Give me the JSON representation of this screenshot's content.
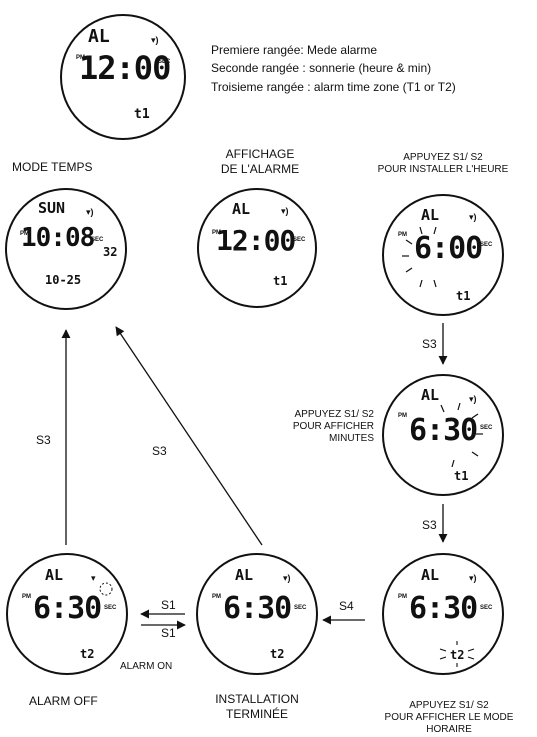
{
  "legend": {
    "line1": "Premiere rangée: Mede alarme",
    "line2": "Seconde rangée : sonnerie (heure & min)",
    "line3": "Troisieme rangée : alarm time zone (T1 or T2)"
  },
  "captions": {
    "mode_temps": "MODE TEMPS",
    "affichage_1": "AFFICHAGE",
    "affichage_2": "DE L'ALARME",
    "set_hour_1": "APPUYEZ S1/ S2",
    "set_hour_2": "POUR INSTALLER L'HEURE",
    "set_min_1": "APPUYEZ S1/ S2",
    "set_min_2": "POUR AFFICHER",
    "set_min_3": "MINUTES",
    "alarm_off": "ALARM OFF",
    "alarm_on": "ALARM ON",
    "install_1": "INSTALLATION",
    "install_2": "TERMINÉE",
    "tz_1": "APPUYEZ S1/ S2",
    "tz_2": "POUR AFFICHER LE MODE",
    "tz_3": "HORAIRE"
  },
  "arrow_labels": {
    "s3_right_top": "S3",
    "s3_right_bottom": "S3",
    "s3_left": "S3",
    "s3_diagonal": "S3",
    "s4": "S4",
    "s1_top": "S1",
    "s1_bottom": "S1"
  },
  "watch_common": {
    "pm": "PM",
    "sec": "SEC"
  },
  "watch_legend": {
    "top": "AL",
    "main": "12:00",
    "bottom": "t1"
  },
  "watch_time_mode": {
    "top": "SUN",
    "main": "10:08",
    "seconds": "32",
    "bottom": "10-25"
  },
  "watch_alarm_display": {
    "top": "AL",
    "main": "12:00",
    "bottom": "t1"
  },
  "watch_set_hour": {
    "top": "AL",
    "main": "6:00",
    "bottom": "t1"
  },
  "watch_set_minute": {
    "top": "AL",
    "main": "6:30",
    "bottom": "t1"
  },
  "watch_alarm_off": {
    "top": "AL",
    "main": "6:30",
    "bottom": "t2"
  },
  "watch_install_done": {
    "top": "AL",
    "main": "6:30",
    "bottom": "t2"
  },
  "watch_set_timezone": {
    "top": "AL",
    "main": "6:30",
    "bottom": "t2"
  }
}
